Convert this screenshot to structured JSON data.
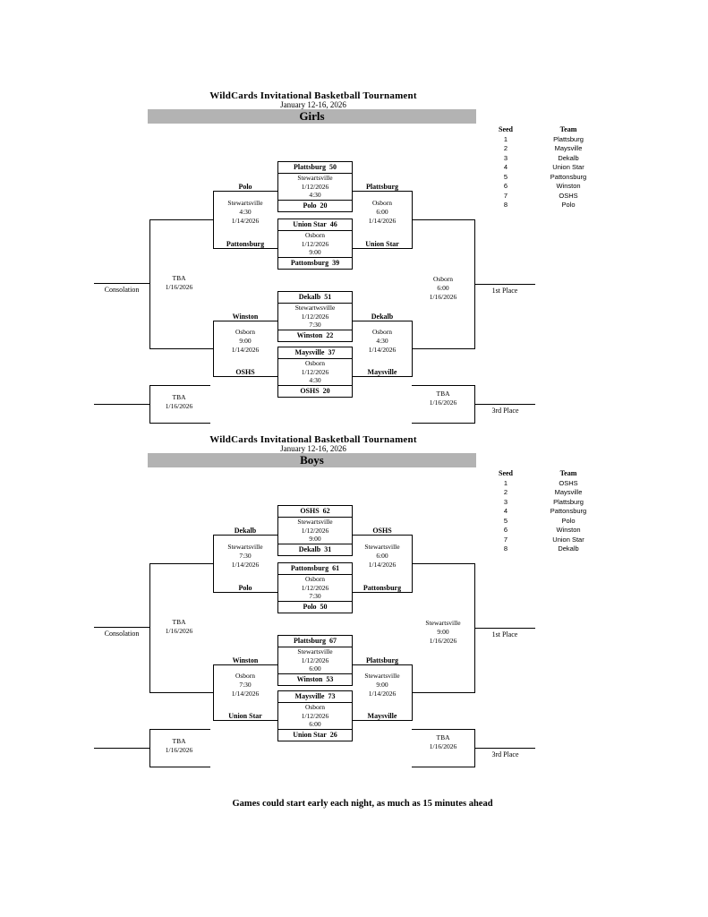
{
  "footer_note": "Games could start early each night, as much as 15 minutes ahead",
  "sections": {
    "girls": {
      "title": "WildCards Invitational Basketball Tournament",
      "date_range": "January 12-16, 2026",
      "division": "Girls",
      "seed_table": {
        "seed_header": "Seed",
        "team_header": "Team",
        "rows": [
          {
            "seed": "1",
            "team": "Plattsburg"
          },
          {
            "seed": "2",
            "team": "Maysville"
          },
          {
            "seed": "3",
            "team": "Dekalb"
          },
          {
            "seed": "4",
            "team": "Union Star"
          },
          {
            "seed": "5",
            "team": "Pattonsburg"
          },
          {
            "seed": "6",
            "team": "Winston"
          },
          {
            "seed": "7",
            "team": "OSHS"
          },
          {
            "seed": "8",
            "team": "Polo"
          }
        ]
      },
      "first_round": [
        {
          "winner": "Plattsburg",
          "winner_score": "50",
          "venue": "Stewartsville",
          "date": "1/12/2026",
          "time": "4:30",
          "loser": "Polo",
          "loser_score": "20"
        },
        {
          "winner": "Union Star",
          "winner_score": "46",
          "venue": "Osborn",
          "date": "1/12/2026",
          "time": "9:00",
          "loser": "Pattonsburg",
          "loser_score": "39"
        },
        {
          "winner": "Dekalb",
          "winner_score": "51",
          "venue": "Stewartwsville",
          "date": "1/12/2026",
          "time": "7:30",
          "loser": "Winston",
          "loser_score": "22"
        },
        {
          "winner": "Maysville",
          "winner_score": "37",
          "venue": "Osborn",
          "date": "1/12/2026",
          "time": "4:30",
          "loser": "OSHS",
          "loser_score": "20"
        }
      ],
      "advancing": {
        "left": [
          "Polo",
          "Pattonsburg",
          "Winston",
          "OSHS"
        ],
        "right": [
          "Plattsburg",
          "Union Star",
          "Dekalb",
          "Maysville"
        ]
      },
      "semifinals": {
        "consolation_top": {
          "venue": "Stewartsville",
          "time": "4:30",
          "date": "1/14/2026"
        },
        "championship_top": {
          "venue": "Osborn",
          "time": "6:00",
          "date": "1/14/2026"
        },
        "consolation_bottom": {
          "venue": "Osborn",
          "time": "9:00",
          "date": "1/14/2026"
        },
        "championship_bottom": {
          "venue": "Osborn",
          "time": "4:30",
          "date": "1/14/2026"
        }
      },
      "championship": {
        "venue": "Osborn",
        "time": "6:00",
        "date": "1/16/2026",
        "label": "1st Place"
      },
      "consolation_final": {
        "tba": "TBA",
        "date": "1/16/2026",
        "label": "Consolation"
      },
      "third_place": {
        "tba": "TBA",
        "date": "1/16/2026",
        "label": "3rd Place"
      },
      "left_tba": {
        "tba": "TBA",
        "date": "1/16/2026"
      }
    },
    "boys": {
      "title": "WildCards Invitational Basketball Tournament",
      "date_range": "January 12-16, 2026",
      "division": "Boys",
      "seed_table": {
        "seed_header": "Seed",
        "team_header": "Team",
        "rows": [
          {
            "seed": "1",
            "team": "OSHS"
          },
          {
            "seed": "2",
            "team": "Maysville"
          },
          {
            "seed": "3",
            "team": "Plattsburg"
          },
          {
            "seed": "4",
            "team": "Pattonsburg"
          },
          {
            "seed": "5",
            "team": "Polo"
          },
          {
            "seed": "6",
            "team": "Winston"
          },
          {
            "seed": "7",
            "team": "Union Star"
          },
          {
            "seed": "8",
            "team": "Dekalb"
          }
        ]
      },
      "first_round": [
        {
          "winner": "OSHS",
          "winner_score": "62",
          "venue": "Stewartsville",
          "date": "1/12/2026",
          "time": "9:00",
          "loser": "Dekalb",
          "loser_score": "31"
        },
        {
          "winner": "Pattonsburg",
          "winner_score": "61",
          "venue": "Osborn",
          "date": "1/12/2026",
          "time": "7:30",
          "loser": "Polo",
          "loser_score": "50"
        },
        {
          "winner": "Plattsburg",
          "winner_score": "67",
          "venue": "Stewartsville",
          "date": "1/12/2026",
          "time": "6:00",
          "loser": "Winston",
          "loser_score": "53"
        },
        {
          "winner": "Maysville",
          "winner_score": "73",
          "venue": "Osborn",
          "date": "1/12/2026",
          "time": "6:00",
          "loser": "Union Star",
          "loser_score": "26"
        }
      ],
      "advancing": {
        "left": [
          "Dekalb",
          "Polo",
          "Winston",
          "Union Star"
        ],
        "right": [
          "OSHS",
          "Pattonsburg",
          "Plattsburg",
          "Maysville"
        ]
      },
      "semifinals": {
        "consolation_top": {
          "venue": "Stewartsville",
          "time": "7:30",
          "date": "1/14/2026"
        },
        "championship_top": {
          "venue": "Stewartsville",
          "time": "6:00",
          "date": "1/14/2026"
        },
        "consolation_bottom": {
          "venue": "Osborn",
          "time": "7:30",
          "date": "1/14/2026"
        },
        "championship_bottom": {
          "venue": "Stewartsville",
          "time": "9:00",
          "date": "1/14/2026"
        }
      },
      "championship": {
        "venue": "Stewartsville",
        "time": "9:00",
        "date": "1/16/2026",
        "label": "1st Place"
      },
      "consolation_final": {
        "tba": "TBA",
        "date": "1/16/2026",
        "label": "Consolation"
      },
      "third_place": {
        "tba": "TBA",
        "date": "1/16/2026",
        "label": "3rd Place"
      },
      "left_tba": {
        "tba": "TBA",
        "date": "1/16/2026"
      }
    }
  }
}
